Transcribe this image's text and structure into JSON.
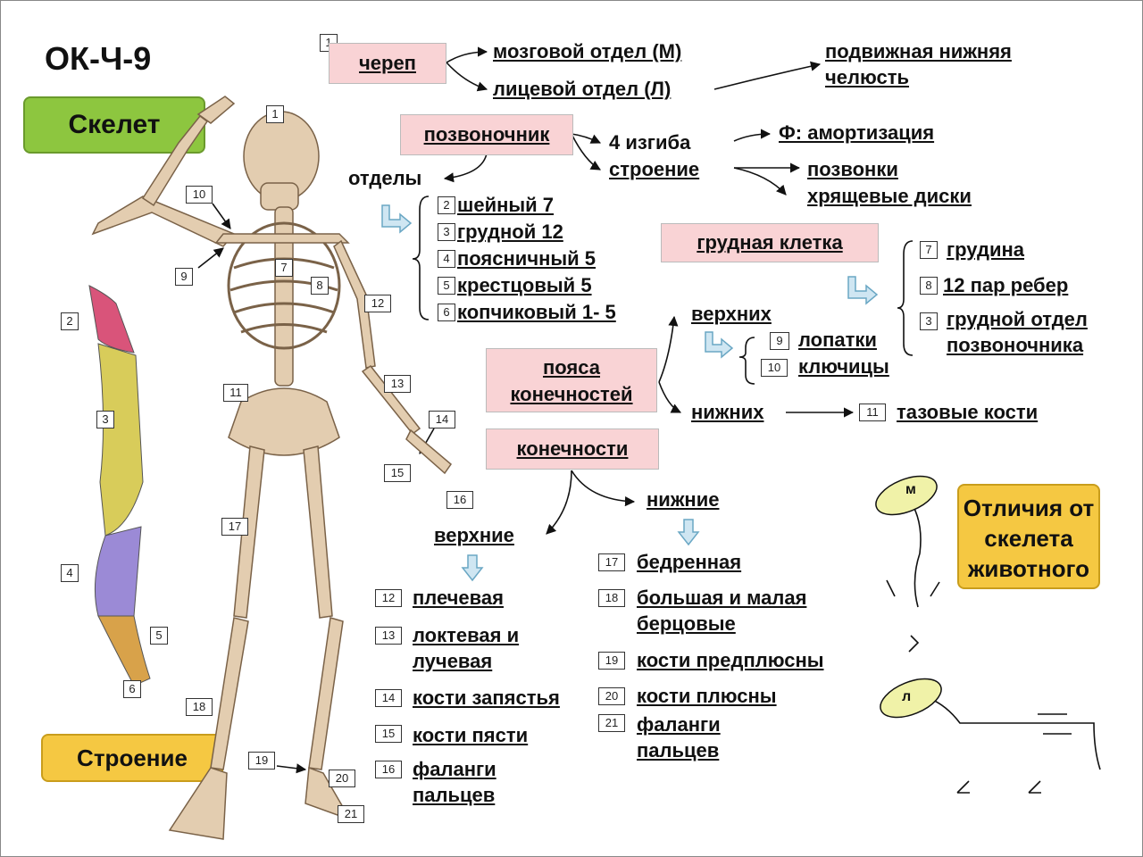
{
  "header": {
    "code": "ОК-Ч-9"
  },
  "badges": {
    "skeleton": "Скелет",
    "structure": "Строение",
    "differences": "Отличия от скелета животного"
  },
  "fig_labels": {
    "M": "м",
    "L": "л"
  },
  "skull": {
    "num": "1",
    "title": "череп",
    "brain": "мозговой отдел (М)",
    "face": "лицевой отдел (Л)",
    "jaw": "подвижная нижняя челюсть"
  },
  "spine": {
    "title": "позвоночник",
    "sections": "отделы",
    "bends": "4 изгиба",
    "function": "Ф: амортизация",
    "structure": "строение",
    "vertebrae": "позвонки",
    "discs": "хрящевые диски"
  },
  "spine_sections": [
    {
      "num": "2",
      "text": "шейный 7"
    },
    {
      "num": "3",
      "text": "грудной 12"
    },
    {
      "num": "4",
      "text": "поясничный 5"
    },
    {
      "num": "5",
      "text": "крестцовый 5"
    },
    {
      "num": "6",
      "text": "копчиковый 1- 5"
    }
  ],
  "chest": {
    "title": "грудная клетка",
    "items": [
      {
        "num": "7",
        "text": "грудина"
      },
      {
        "num": "8",
        "text": "12 пар ребер"
      },
      {
        "num": "3",
        "text": "грудной отдел позвоночника"
      }
    ]
  },
  "girdles": {
    "title": "пояса конечностей",
    "upper": "верхних",
    "lower": "нижних",
    "upper_items": [
      {
        "num": "9",
        "text": "лопатки"
      },
      {
        "num": "10",
        "text": "ключицы"
      }
    ],
    "lower_item": {
      "num": "11",
      "text": "тазовые кости"
    }
  },
  "limbs": {
    "title": "конечности",
    "upper": "верхние",
    "lower": "нижние",
    "upper_items": [
      {
        "num": "12",
        "text": "плечевая"
      },
      {
        "num": "13",
        "text": "локтевая и лучевая"
      },
      {
        "num": "14",
        "text": "кости запястья"
      },
      {
        "num": "15",
        "text": "кости пясти"
      },
      {
        "num": "16",
        "text": "фаланги пальцев"
      }
    ],
    "lower_items": [
      {
        "num": "17",
        "text": "бедренная"
      },
      {
        "num": "18",
        "text": "большая и малая берцовые"
      },
      {
        "num": "19",
        "text": "кости предплюсны"
      },
      {
        "num": "20",
        "text": "кости плюсны"
      },
      {
        "num": "21",
        "text": "фаланги пальцев"
      }
    ]
  },
  "figure_numbers": [
    "1",
    "2",
    "3",
    "4",
    "5",
    "6",
    "7",
    "8",
    "9",
    "10",
    "11",
    "12",
    "13",
    "14",
    "15",
    "16",
    "17",
    "18",
    "19",
    "20",
    "21"
  ],
  "colors": {
    "pink": "#f9d3d5",
    "green": "#8dc63f",
    "gold": "#f5c842",
    "bone": "#e3cdb0",
    "cervical": "#d9547a",
    "thoracic": "#d8cc5a",
    "lumbar": "#9b8ad6",
    "sacral": "#d8a24a",
    "arrow_fill": "#cfe6f2"
  }
}
